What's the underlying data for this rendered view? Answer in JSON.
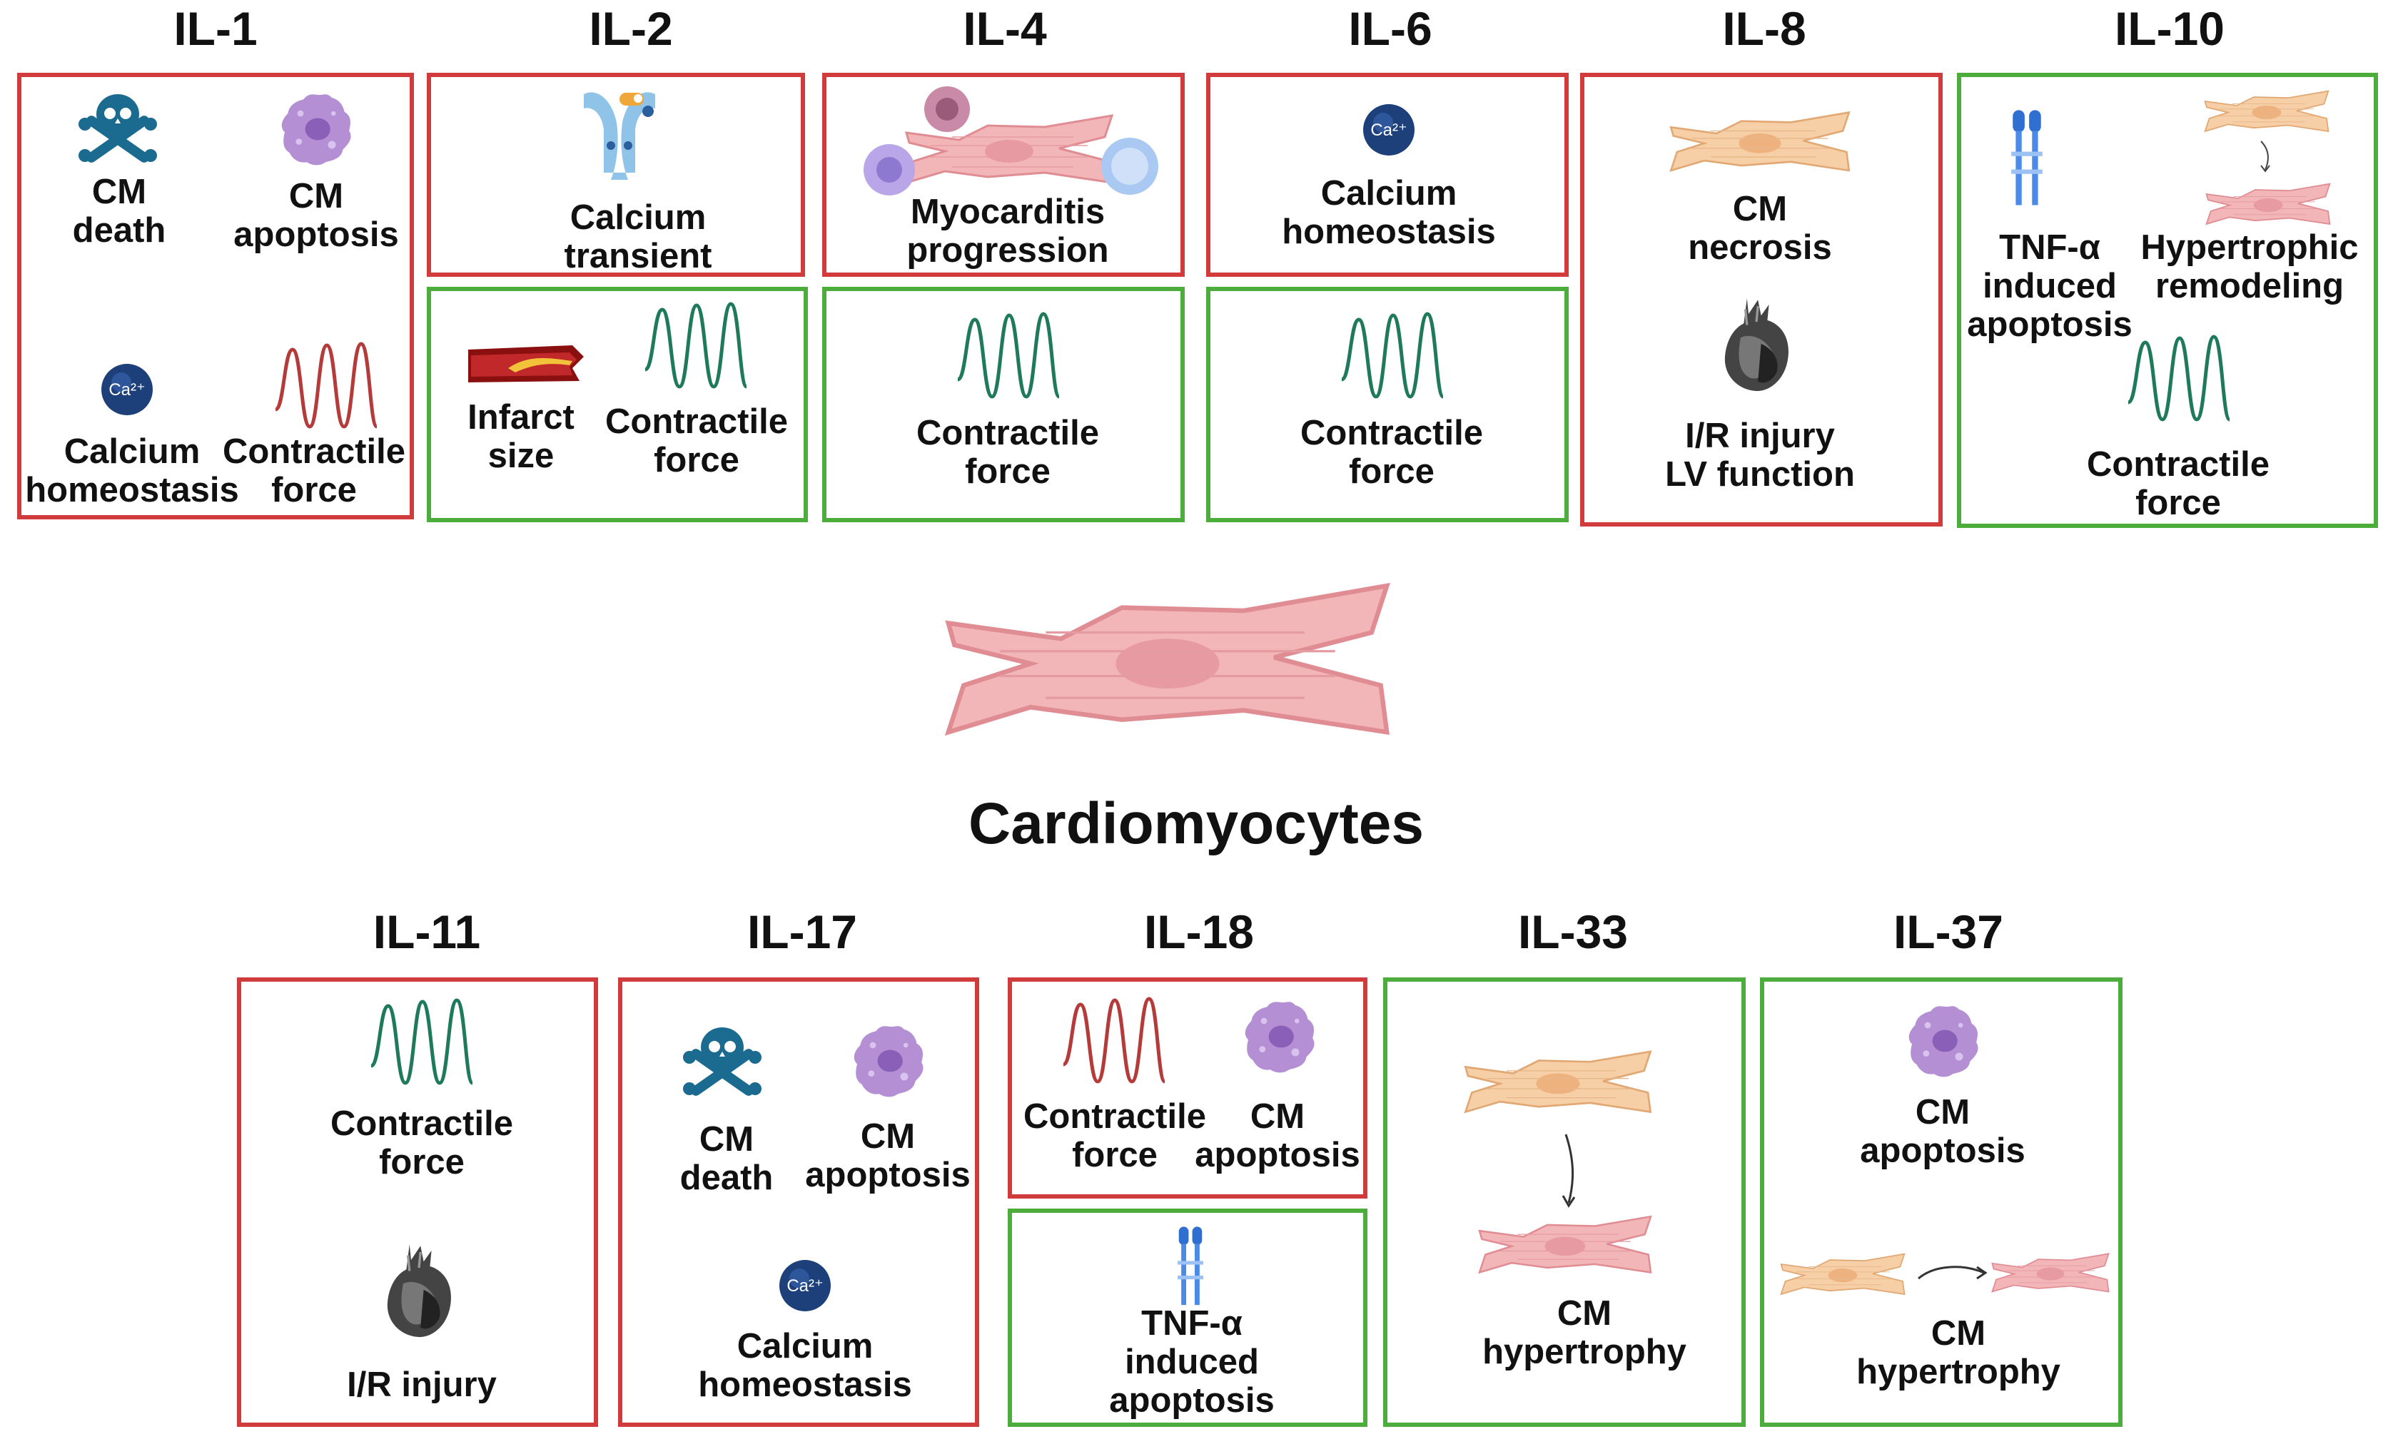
{
  "center": {
    "label": "Cardiomyocytes"
  },
  "colors": {
    "red_box": "#d23b3b",
    "green_box": "#4cad3c",
    "skull": "#1b6a8f",
    "apoptosis": "#b48fd4",
    "calcium": "#1d3f7a",
    "wave_green": "#1f7a5a",
    "wave_red": "#b53a3a",
    "cell_pink": "#f2b5b8",
    "cell_peach": "#f2c6a0"
  },
  "il1": {
    "title": "IL-1",
    "cm_death": [
      "CM",
      "death"
    ],
    "cm_apoptosis": [
      "CM",
      "apoptosis"
    ],
    "calcium": [
      "Calcium",
      "homeostasis"
    ],
    "contractile": [
      "Contractile",
      "force"
    ]
  },
  "il2": {
    "title": "IL-2",
    "calcium_transient": [
      "Calcium",
      "transient"
    ],
    "infarct": [
      "Infarct",
      "size"
    ],
    "contractile": [
      "Contractile",
      "force"
    ]
  },
  "il4": {
    "title": "IL-4",
    "myocarditis": [
      "Myocarditis",
      "progression"
    ],
    "contractile": [
      "Contractile",
      "force"
    ]
  },
  "il6": {
    "title": "IL-6",
    "calcium": [
      "Calcium",
      "homeostasis"
    ],
    "contractile": [
      "Contractile",
      "force"
    ]
  },
  "il8": {
    "title": "IL-8",
    "necrosis": [
      "CM",
      "necrosis"
    ],
    "ir": [
      "I/R injury",
      "LV function"
    ]
  },
  "il10": {
    "title": "IL-10",
    "tnf": [
      "TNF-α",
      "induced",
      "apoptosis"
    ],
    "hypertrophic": [
      "Hypertrophic",
      "remodeling"
    ],
    "contractile": [
      "Contractile",
      "force"
    ]
  },
  "il11": {
    "title": "IL-11",
    "contractile": [
      "Contractile",
      "force"
    ],
    "ir": [
      "I/R injury"
    ]
  },
  "il17": {
    "title": "IL-17",
    "cm_death": [
      "CM",
      "death"
    ],
    "cm_apoptosis": [
      "CM",
      "apoptosis"
    ],
    "calcium": [
      "Calcium",
      "homeostasis"
    ]
  },
  "il18": {
    "title": "IL-18",
    "contractile": [
      "Contractile",
      "force"
    ],
    "cm_apoptosis": [
      "CM",
      "apoptosis"
    ],
    "tnf": [
      "TNF-α",
      "induced",
      "apoptosis"
    ]
  },
  "il33": {
    "title": "IL-33",
    "hypertrophy": [
      "CM",
      "hypertrophy"
    ]
  },
  "il37": {
    "title": "IL-37",
    "cm_apoptosis": [
      "CM",
      "apoptosis"
    ],
    "hypertrophy": [
      "CM",
      "hypertrophy"
    ]
  }
}
